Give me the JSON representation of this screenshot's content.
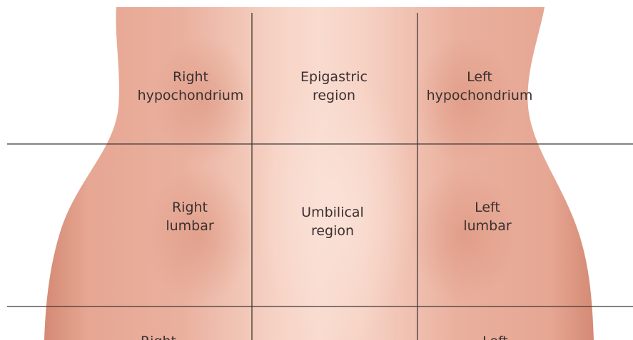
{
  "regions": {
    "right_hypochondrium": [
      "Right",
      "hypochondrium"
    ],
    "epigastric": [
      "Epigastric",
      "region"
    ],
    "left_hypochondrium": [
      "Left",
      "hypochondrium"
    ],
    "right_lumbar": [
      "Right",
      "lumbar"
    ],
    "umbilical": [
      "Umbilical",
      "region"
    ],
    "left_lumbar": [
      "Left",
      "lumbar"
    ],
    "right_bottom_partial": "Right",
    "left_bottom_partial": "Left"
  },
  "colors": {
    "skin_light": "#f7d3c6",
    "skin_mid": "#eeb29f",
    "skin_dark": "#d9907a",
    "grid_line": "#3d3838",
    "label_text": "#3a3030"
  }
}
